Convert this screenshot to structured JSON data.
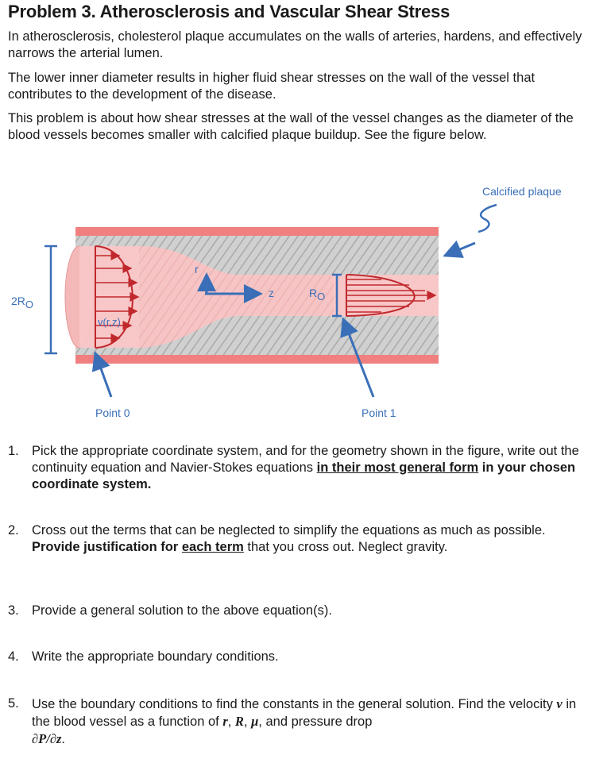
{
  "title": "Problem 3. Atherosclerosis and Vascular Shear Stress",
  "intro": [
    "In atherosclerosis, cholesterol plaque accumulates on the walls of arteries, hardens, and effectively narrows the arterial lumen.",
    "The lower inner diameter results in higher fluid shear stresses on the wall of the vessel that contributes to the development of the disease.",
    "This problem is about how shear stresses at the wall of the vessel changes as the diameter of the blood vessels becomes smaller with calcified plaque buildup. See the figure below."
  ],
  "figure": {
    "label_plaque": "Calcified plaque",
    "label_2r0_main": "2R",
    "label_2r0_sub": "O",
    "label_r": "r",
    "label_z": "z",
    "label_r0_main": "R",
    "label_r0_sub": "O",
    "label_v": "v(r,z)",
    "label_point0": "Point 0",
    "label_point1": "Point 1",
    "colors": {
      "wall": "#f08080",
      "plaque": "#c8c8c8",
      "lumen": "#f8c8c8",
      "profile": "#c0282d",
      "arrow": "#3a6fb8"
    }
  },
  "questions": [
    {
      "num": "1.",
      "a": "Pick the appropriate coordinate system, and for the geometry shown in the figure, write out the continuity equation and Navier-Stokes equations ",
      "b": "in their most general form",
      "c": " in your chosen coordinate system."
    },
    {
      "num": "2.",
      "a": "Cross out the terms that can be neglected to simplify the equations as much as possible. ",
      "b": "Provide justification for ",
      "u": "each term",
      "c": " that you cross out. Neglect gravity."
    },
    {
      "num": "3.",
      "a": "Provide a general solution to the above equation(s)."
    },
    {
      "num": "4.",
      "a": "Write the appropriate boundary conditions."
    },
    {
      "num": "5.",
      "a": "Use the boundary conditions to find the constants in the general solution. Find the velocity ",
      "v": "v",
      "b": " in the blood vessel as a function of ",
      "r": "r",
      "sep1": ", ",
      "R": "R",
      "sep2": ", ",
      "mu": "μ",
      "c": ", and pressure drop",
      "dp": "∂P/∂z",
      "end": "."
    }
  ]
}
